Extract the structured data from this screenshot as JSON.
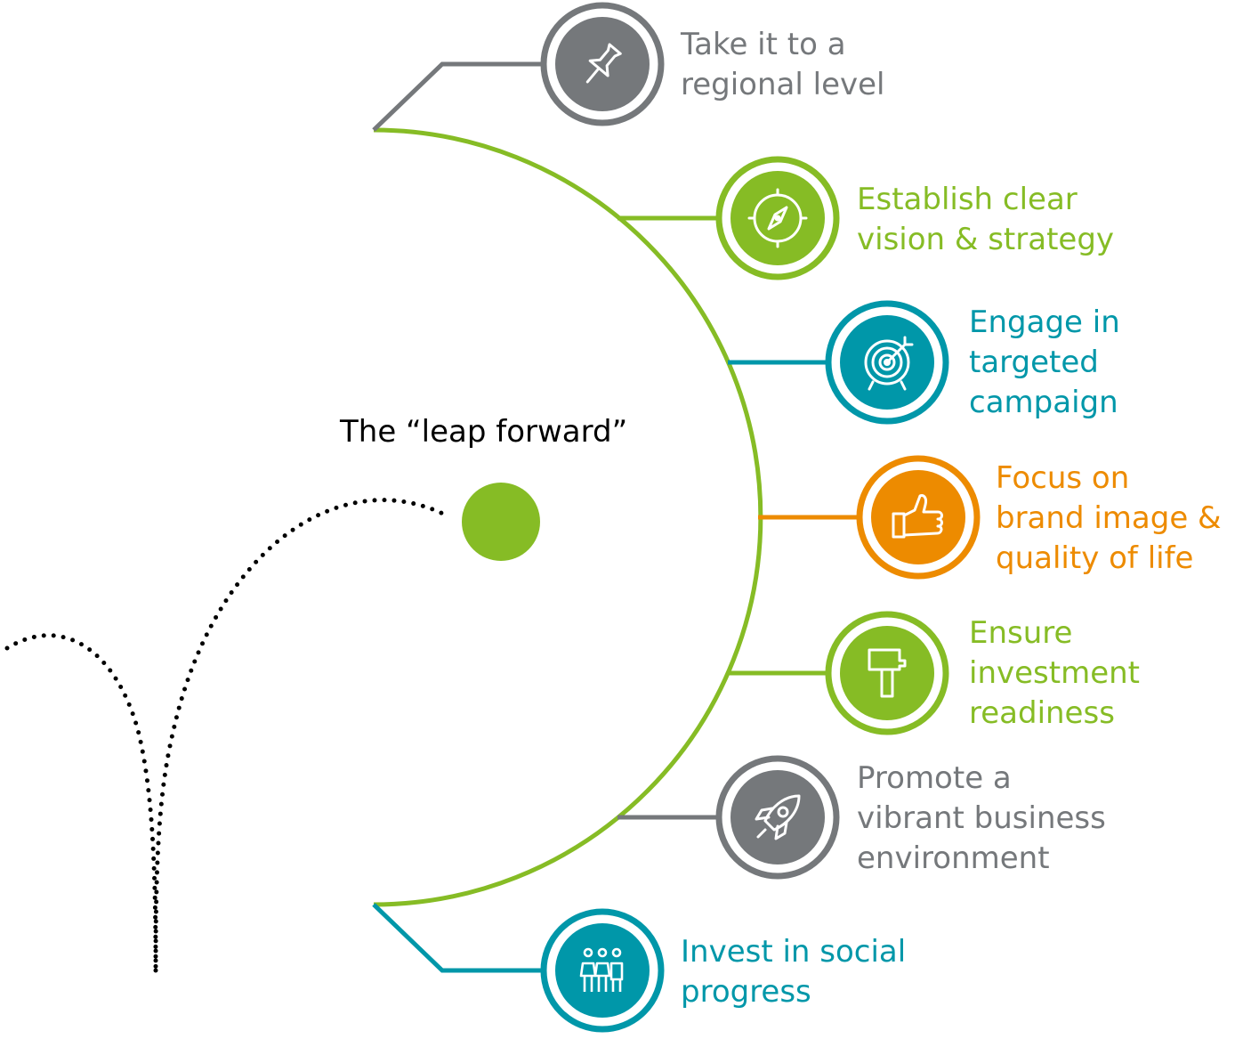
{
  "center": {
    "label": "The “leap forward”",
    "dot_color": "#86BC25"
  },
  "colors": {
    "gray": "#75787B",
    "green": "#86BC25",
    "teal": "#0097A9",
    "orange": "#ED8B00",
    "path_dots": "#000000"
  },
  "steps": [
    {
      "id": "regional-level",
      "label": "Take it to a\nregional level",
      "color": "#75787B",
      "icon": "pushpin-icon"
    },
    {
      "id": "vision-strategy",
      "label": "Establish clear\nvision & strategy",
      "color": "#86BC25",
      "icon": "compass-icon"
    },
    {
      "id": "targeted-campaign",
      "label": "Engage in\ntargeted\ncampaign",
      "color": "#0097A9",
      "icon": "target-icon"
    },
    {
      "id": "brand-image",
      "label": "Focus on\nbrand image &\nquality of life",
      "color": "#ED8B00",
      "icon": "thumbs-up-icon"
    },
    {
      "id": "investment-readiness",
      "label": "Ensure\ninvestment\nreadiness",
      "color": "#86BC25",
      "icon": "hammer-icon"
    },
    {
      "id": "business-environment",
      "label": "Promote a\nvibrant business\nenvironment",
      "color": "#75787B",
      "icon": "rocket-icon"
    },
    {
      "id": "social-progress",
      "label": "Invest in social\nprogress",
      "color": "#0097A9",
      "icon": "people-icon"
    }
  ]
}
